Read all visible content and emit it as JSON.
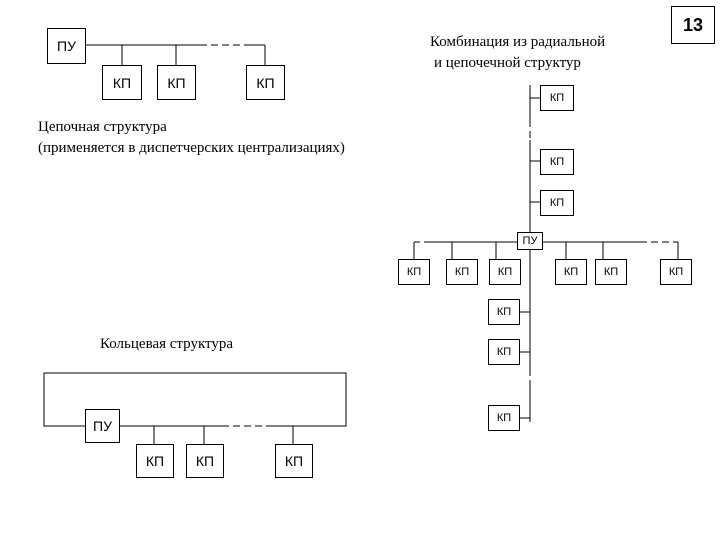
{
  "page_number": "13",
  "chain": {
    "caption_line1": "Цепочная структура",
    "caption_line2": "(применяется в диспетчерских централизациях)",
    "pu": "ПУ",
    "kp": [
      "КП",
      "КП",
      "КП"
    ]
  },
  "combo": {
    "caption_line1": "Комбинация из радиальной",
    "caption_line2": "и цепочечной структур",
    "pu": "ПУ",
    "kp_top": [
      "КП",
      "КП",
      "КП"
    ],
    "kp_left": [
      "КП",
      "КП",
      "КП"
    ],
    "kp_right": [
      "КП",
      "КП",
      "КП"
    ],
    "kp_bottom": [
      "КП",
      "КП",
      "КП"
    ]
  },
  "ring": {
    "caption": "Кольцевая структура",
    "pu": "ПУ",
    "kp": [
      "КП",
      "КП",
      "КП"
    ]
  }
}
